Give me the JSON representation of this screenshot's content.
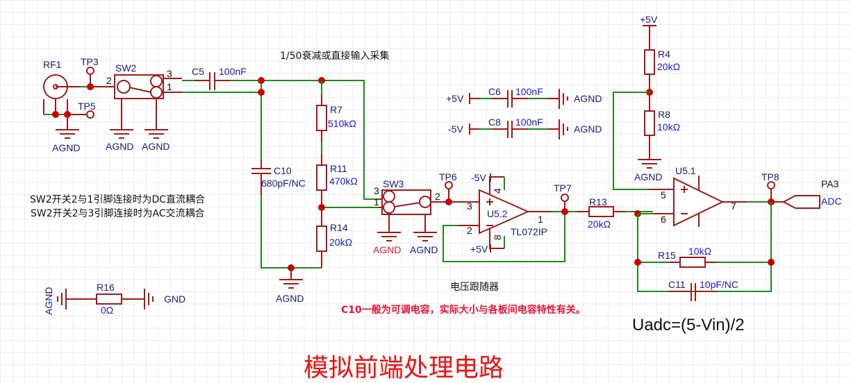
{
  "title": "模拟前端处理电路",
  "notes": {
    "attenuation": "1/50衰减或直接输入采集",
    "sw2_dc": "SW2开关2与1引脚连接时为DC直流耦合",
    "sw2_ac": "SW2开关2与3引脚连接时为AC交流耦合",
    "follower": "电压跟随器",
    "c10_note": "C10一般为可调电容，实际大小与各板间电容特性有关。",
    "formula": "Uadc=(5-Vin)/2"
  },
  "colors": {
    "wire": "#1a8a1a",
    "part": "#a01818",
    "junction": "#cc0000",
    "designator": "#1a1a7a",
    "value": "#1818d8",
    "highlight": "#ee1133"
  },
  "components": {
    "rf1": {
      "ref": "RF1"
    },
    "tp3": {
      "ref": "TP3"
    },
    "tp5": {
      "ref": "TP5"
    },
    "tp6": {
      "ref": "TP6"
    },
    "tp7": {
      "ref": "TP7"
    },
    "tp8": {
      "ref": "TP8"
    },
    "sw2": {
      "ref": "SW2",
      "pins": [
        "2",
        "3",
        "1"
      ]
    },
    "sw3": {
      "ref": "SW3",
      "pins": [
        "3",
        "1",
        "2"
      ]
    },
    "c5": {
      "ref": "C5",
      "value": "100nF"
    },
    "c6": {
      "ref": "C6",
      "value": "100nF"
    },
    "c8": {
      "ref": "C8",
      "value": "100nF"
    },
    "c10": {
      "ref": "C10",
      "value": "680pF/NC"
    },
    "c11": {
      "ref": "C11",
      "value": "10pF/NC"
    },
    "r4": {
      "ref": "R4",
      "value": "20kΩ"
    },
    "r7": {
      "ref": "R7",
      "value": "510kΩ"
    },
    "r8": {
      "ref": "R8",
      "value": "10kΩ"
    },
    "r11": {
      "ref": "R11",
      "value": "470kΩ"
    },
    "r13": {
      "ref": "R13",
      "value": "20kΩ"
    },
    "r14": {
      "ref": "R14",
      "value": "20kΩ"
    },
    "r15": {
      "ref": "R15",
      "value": "10kΩ"
    },
    "r16": {
      "ref": "R16",
      "value": "0Ω"
    },
    "u52": {
      "ref": "U5.2",
      "part": "TL072IP",
      "pins": [
        "3",
        "2",
        "1",
        "4",
        "8"
      ]
    },
    "u51": {
      "ref": "U5.1",
      "pins": [
        "5",
        "6",
        "7"
      ]
    },
    "pa3": {
      "ref": "PA3",
      "net": "ADC"
    }
  },
  "nets": {
    "agnd": "AGND",
    "gnd": "GND",
    "p5v": "+5V",
    "n5v": "-5V"
  }
}
